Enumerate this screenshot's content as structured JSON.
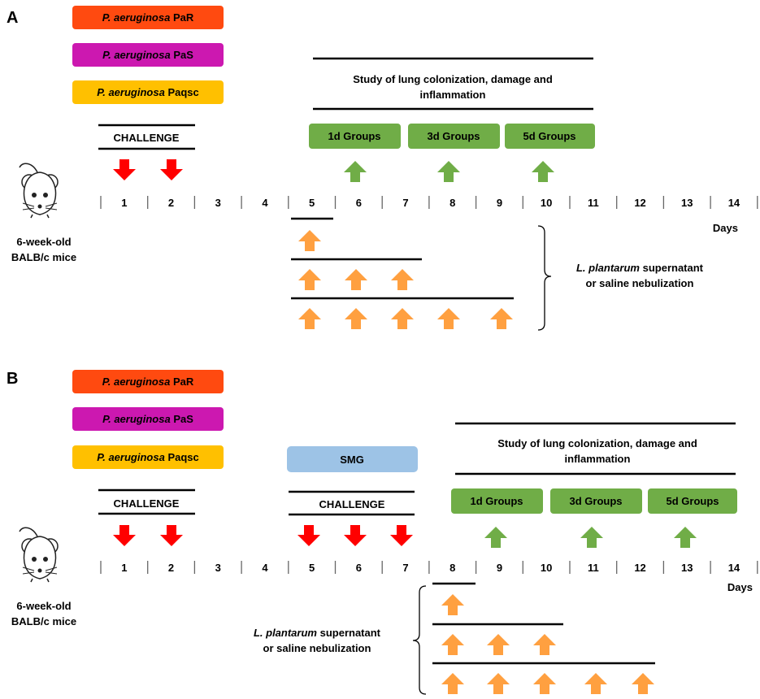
{
  "panels": [
    {
      "letter": "A",
      "strains": [
        {
          "italic": "P. aeruginosa",
          "name": "PaR",
          "color": "#ff4a10"
        },
        {
          "italic": "P. aeruginosa",
          "name": "PaS",
          "color": "#cc18b0"
        },
        {
          "italic": "P. aeruginosa",
          "name": "Paqsc",
          "color": "#ffc000"
        }
      ],
      "challenge_label": "CHALLENGE",
      "study_label_1": "Study of lung colonization, damage and",
      "study_label_2": "inflammation",
      "groups": [
        "1d Groups",
        "3d Groups",
        "5d Groups"
      ],
      "days": [
        "1",
        "2",
        "3",
        "4",
        "5",
        "6",
        "7",
        "8",
        "9",
        "10",
        "11",
        "12",
        "13",
        "14"
      ],
      "days_label": "Days",
      "mouse_label_1": "6-week-old",
      "mouse_label_2": "BALB/c mice",
      "treatment_italic": "L. plantarum",
      "treatment_rest": "supernatant",
      "treatment_line2": "or saline nebulization"
    },
    {
      "letter": "B",
      "strains": [
        {
          "italic": "P. aeruginosa",
          "name": "PaR",
          "color": "#ff4a10"
        },
        {
          "italic": "P. aeruginosa",
          "name": "PaS",
          "color": "#cc18b0"
        },
        {
          "italic": "P. aeruginosa",
          "name": "Paqsc",
          "color": "#ffc000"
        }
      ],
      "challenge_label": "CHALLENGE",
      "smg_label": "SMG",
      "challenge2_label": "CHALLENGE",
      "study_label_1": "Study of lung colonization, damage and",
      "study_label_2": "inflammation",
      "groups": [
        "1d Groups",
        "3d Groups",
        "5d Groups"
      ],
      "days": [
        "1",
        "2",
        "3",
        "4",
        "5",
        "6",
        "7",
        "8",
        "9",
        "10",
        "11",
        "12",
        "13",
        "14"
      ],
      "days_label": "Days",
      "mouse_label_1": "6-week-old",
      "mouse_label_2": "BALB/c mice",
      "treatment_italic": "L. plantarum",
      "treatment_rest": "supernatant",
      "treatment_line2": "or saline nebulization"
    }
  ],
  "colors": {
    "group_green": "#70ad47",
    "smg_blue": "#9dc3e6",
    "arrow_red": "#ff0000",
    "arrow_green": "#70ad47",
    "arrow_orange": "#ffa040"
  }
}
